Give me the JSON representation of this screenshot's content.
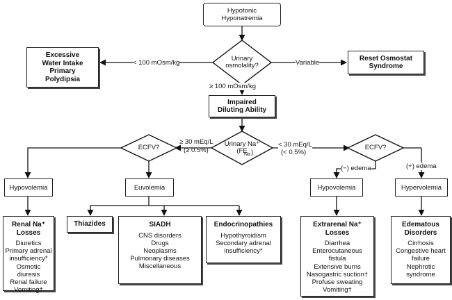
{
  "nodes": {
    "start": "Hypotonic\nHyponatremia",
    "urinary_osm": "Urinary\nosmolality?",
    "excessive_water": "Excessive\nWater Intake\nPrimary\nPolydipsia",
    "reset_osmostat": "Reset Osmostat\nSyndrome",
    "impaired_diluting": "Impaired\nDiluting Ability",
    "urinary_na": "Urinary Na⁺\n(FE",
    "urinary_na_sub": "Na",
    "urinary_na_close": ")",
    "ecfv_left": "ECFV?",
    "ecfv_right": "ECFV?",
    "hypovolemia_left": "Hypovolemia",
    "euvolemia": "Euvolemia",
    "hypovolemia_right": "Hypovolemia",
    "hypervolemia": "Hypervolemia",
    "thiazides": "Thiazides",
    "renal_na": {
      "title": "Renal Na⁺\nLosses",
      "items": [
        "Diuretics",
        "Primary adrenal",
        "insufficiency*",
        "Osmotic diuresis",
        "Renal failure",
        "Vomiting†"
      ]
    },
    "siadh": {
      "title": "SIADH",
      "items": [
        "CNS disorders",
        "Drugs",
        "Neoplasms",
        "Pulmonary diseases",
        "Miscellaneous"
      ]
    },
    "endocrinopathies": {
      "title": "Endocrinopathies",
      "items": [
        "Hypothyroidism",
        "Secondary adrenal",
        "insufficiency*"
      ]
    },
    "extrarenal_na": {
      "title": "Extrarenal Na⁺\nLosses",
      "items": [
        "Diarrhea",
        "Enterocutaneous",
        "fistula",
        "Extensive burns",
        "Nasogastric suction†",
        "Profuse sweating",
        "Vomiting†"
      ]
    },
    "edematous": {
      "title": "Edematous\nDisorders",
      "items": [
        "Cirrhosis",
        "Congestive heart",
        "failure",
        "Nephrotic",
        "syndrome"
      ]
    }
  },
  "edges": {
    "lt100": "< 100 mOsm/kg",
    "variable": "Variable",
    "ge100": "≥ 100 mOsm/kg",
    "ge30": "≥ 30 mEq/L",
    "ge05": "(≥ 0.5%)",
    "lt30": "< 30 mEq/L",
    "lt05": "(< 0.5%)",
    "minus_edema": "(−) edema",
    "plus_edema": "(+) edema"
  }
}
